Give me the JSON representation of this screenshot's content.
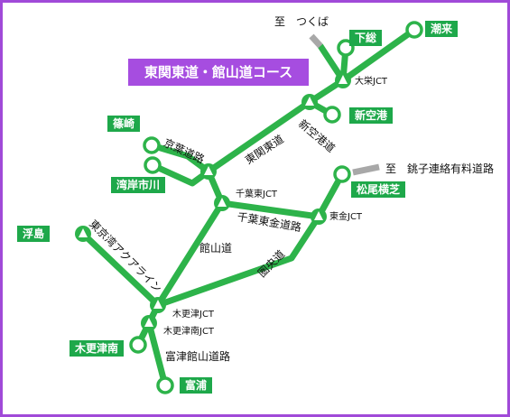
{
  "title": "東関東道・館山道コース",
  "colors": {
    "route": "#2db34a",
    "badge": "#1ea84a",
    "title_bg": "#a64de0",
    "border": "#a04ad8",
    "spur": "#a8a8a8"
  },
  "badges": {
    "itako": "潮来",
    "shimofusa": "下総",
    "shinkuko": "新空港",
    "shinozaki": "篠崎",
    "wangan_ichikawa": "湾岸市川",
    "matsuo_yokoshiba": "松尾横芝",
    "ukishima": "浮島",
    "kisarazu_minami": "木更津南",
    "tomiura": "富浦"
  },
  "labels": {
    "to_tsukuba": "至　つくば",
    "taiei_jct": "大栄JCT",
    "shinkuko_road": "新空港道",
    "higashi_kanto_road": "東関東道",
    "keiyo_road": "京葉道路",
    "chiba_higashi_jct": "千葉東JCT",
    "chiba_togane_road": "千葉東金道路",
    "togane_jct": "東金JCT",
    "to_choshi": "至　銚子連絡有料道路",
    "aqualine": "東京湾アクアライン",
    "tateyama_road": "館山道",
    "ken_o_road": "圏央道",
    "kisarazu_jct": "木更津JCT",
    "kisarazu_minami_jct": "木更津南JCT",
    "tomitsu_tateyama_road": "富津館山道路"
  }
}
